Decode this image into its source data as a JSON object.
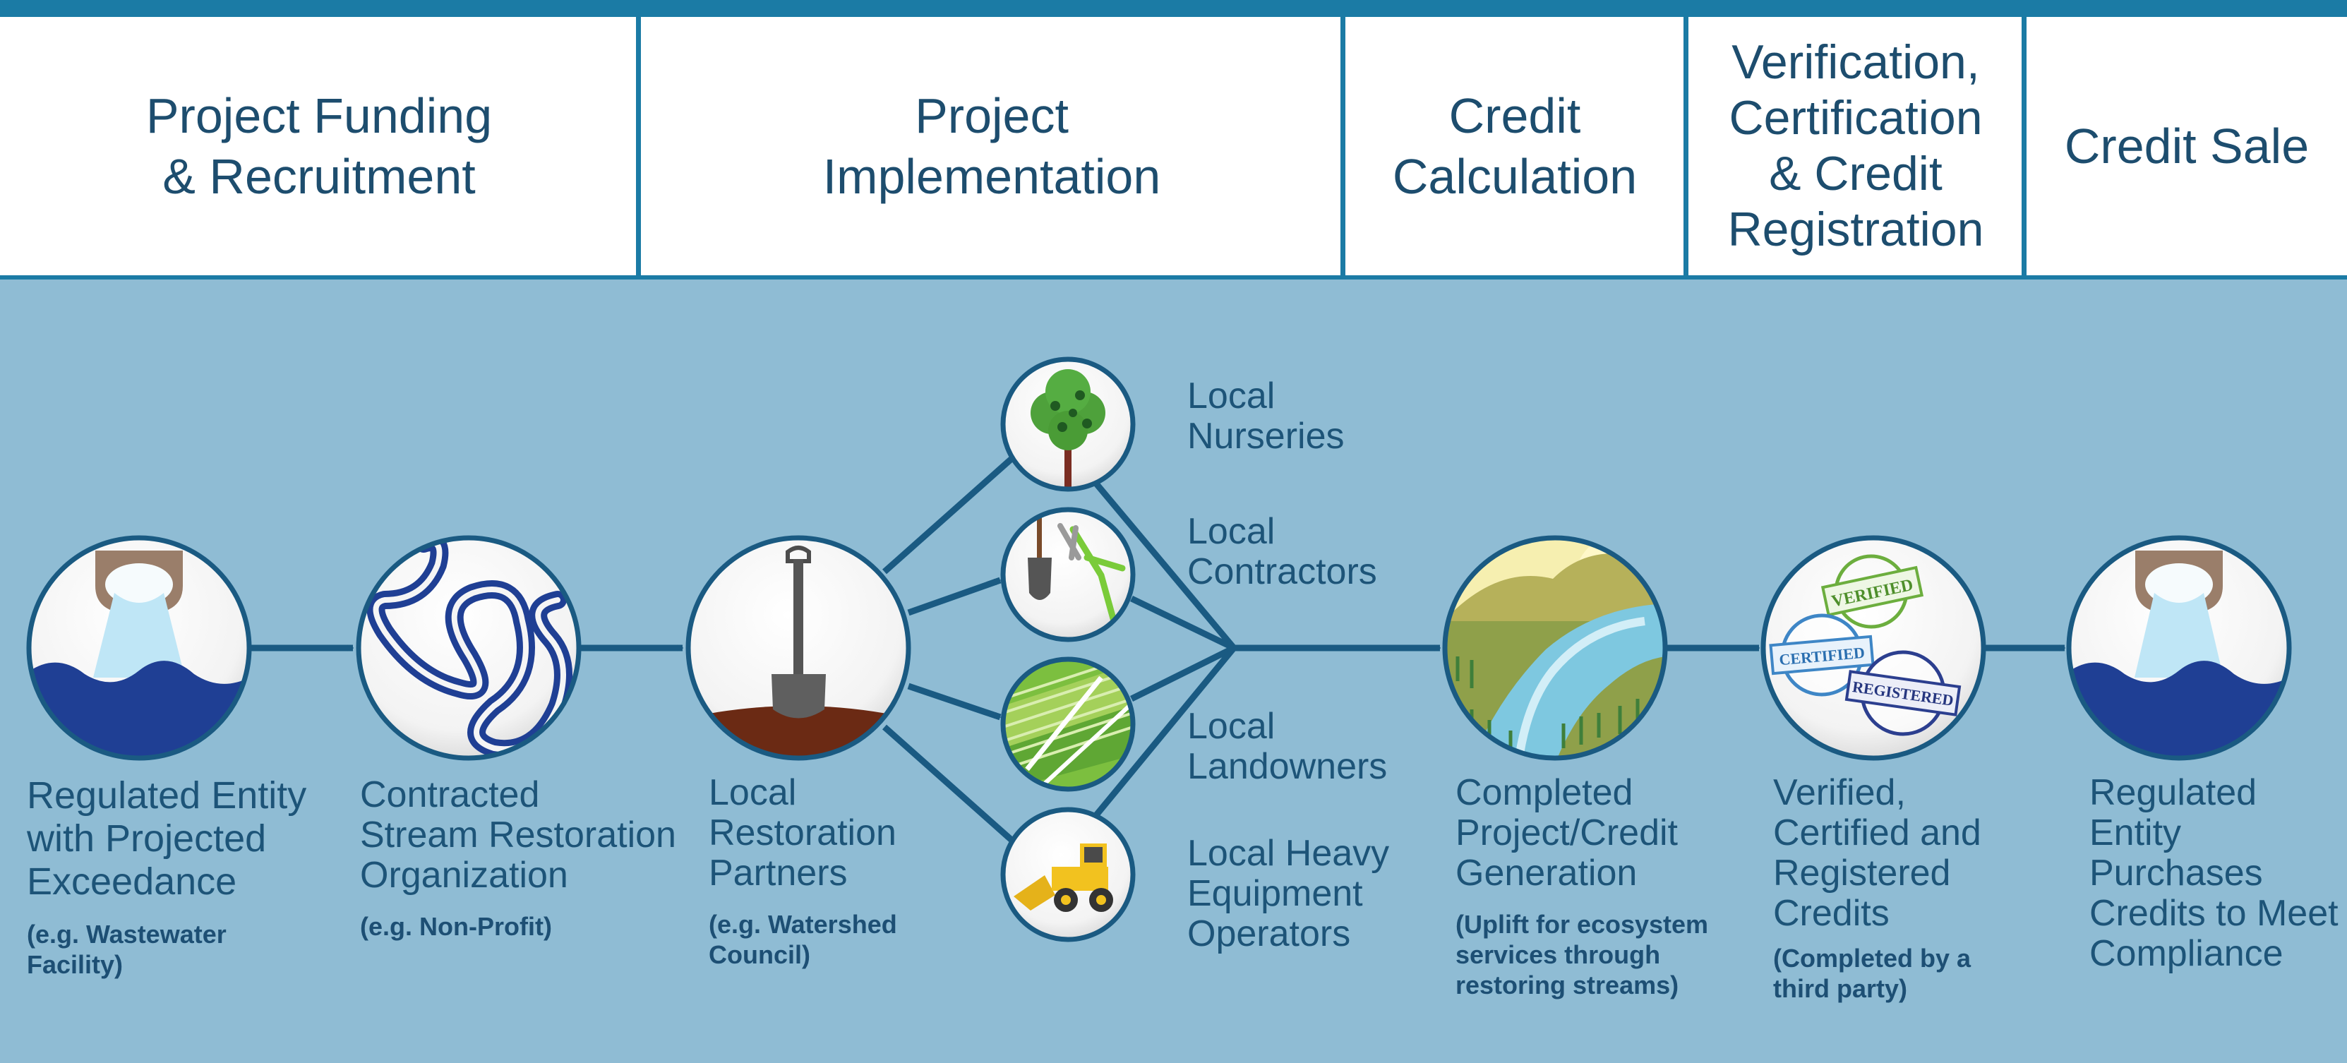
{
  "header": {
    "stages": [
      "Project Funding\n& Recruitment",
      "Project\nImplementation",
      "Credit\nCalculation",
      "Verification,\nCertification\n& Credit\nRegistration",
      "Credit Sale"
    ]
  },
  "nodes": {
    "regulated_entity": {
      "label": "Regulated Entity\nwith Projected\nExceedance",
      "example": "(e.g. Wastewater\nFacility)",
      "icon": "outflow-pipe-icon"
    },
    "restoration_org": {
      "label": "Contracted\nStream Restoration\nOrganization",
      "example": "(e.g. Non-Profit)",
      "icon": "meandering-stream-icon"
    },
    "restoration_partners": {
      "label": "Local\nRestoration\nPartners",
      "example": "(e.g. Watershed\nCouncil)",
      "icon": "shovel-icon"
    },
    "nurseries": {
      "label": "Local\nNurseries",
      "icon": "tree-icon"
    },
    "contractors": {
      "label": "Local\nContractors",
      "icon": "tools-icon"
    },
    "landowners": {
      "label": "Local\nLandowners",
      "icon": "farmland-icon"
    },
    "equipment_operators": {
      "label": "Local Heavy\nEquipment\nOperators",
      "icon": "bulldozer-icon"
    },
    "credit_generation": {
      "label": "Completed\nProject/Credit\nGeneration",
      "example": "(Uplift for ecosystem\nservices through\nrestoring streams)",
      "icon": "restored-stream-icon"
    },
    "verified_credits": {
      "label": "Verified,\nCertified and\nRegistered\nCredits",
      "example": "(Completed by a\nthird party)",
      "icon": "stamps-icon",
      "stamps": {
        "verified": "VERIFIED",
        "certified": "CERTIFIED",
        "registered": "REGISTERED"
      }
    },
    "purchase": {
      "label": "Regulated\nEntity\nPurchases\nCredits to Meet\nCompliance",
      "icon": "outflow-pipe-icon"
    }
  },
  "colors": {
    "header_border": "#1b7ba5",
    "background": "#8fbcd4",
    "text": "#1d5478",
    "node_stroke": "#1a5a82",
    "water_dark": "#1f3f94",
    "water_light": "#bfe6f6"
  }
}
